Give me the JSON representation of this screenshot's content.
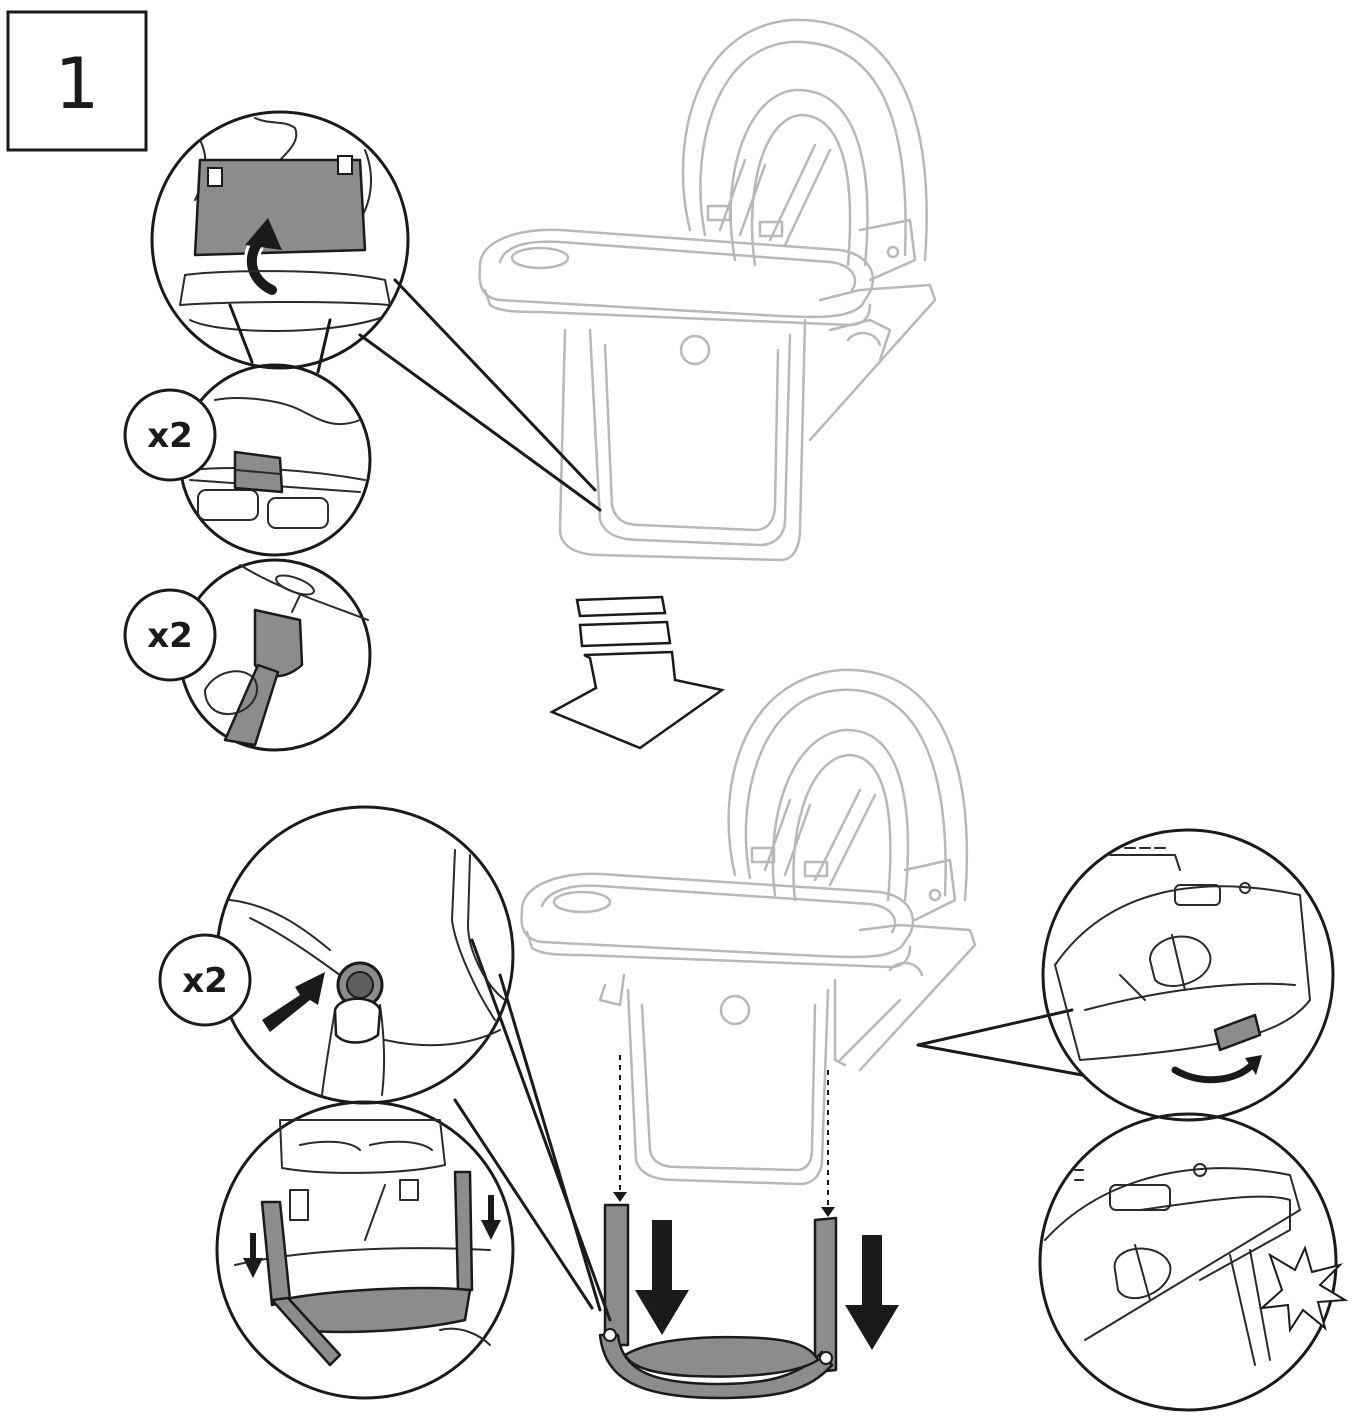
{
  "step": {
    "number": "1"
  },
  "labels": {
    "callout_a": "x2",
    "callout_b": "x2",
    "callout_c": "x2"
  },
  "colors": {
    "ink": "#1a1a1a",
    "faded_line": "#b8b8b8",
    "part_fill": "#8c8c8c",
    "background": "#ffffff"
  },
  "icons": [
    "step-number-box",
    "curved-arrow-icon",
    "down-arrow-icon",
    "push-arrow-icon",
    "rotate-arrow-icon",
    "click-burst-icon"
  ]
}
